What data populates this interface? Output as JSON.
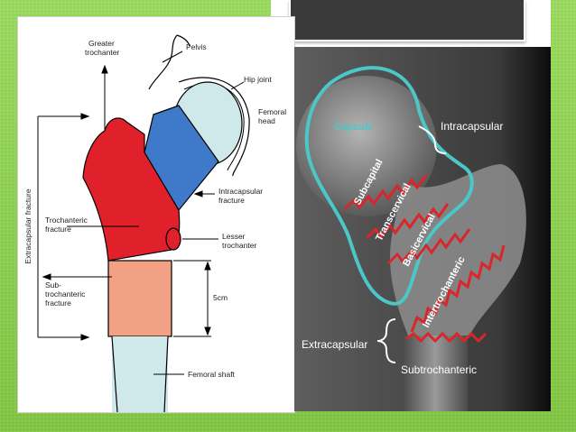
{
  "left_diagram": {
    "labels": {
      "greater_trochanter_1": "Greater",
      "greater_trochanter_2": "trochanter",
      "pelvis": "Pelvis",
      "hip_joint": "Hip joint",
      "femoral_head_1": "Femoral",
      "femoral_head_2": "head",
      "intracapsular_1": "Intracapsular",
      "intracapsular_2": "fracture",
      "trochanteric_1": "Trochanteric",
      "trochanteric_2": "fracture",
      "lesser_trochanter_1": "Lesser",
      "lesser_trochanter_2": "trochanter",
      "subtroch_1": "Sub-",
      "subtroch_2": "trochanteric",
      "subtroch_3": "fracture",
      "five_cm": "5cm",
      "femoral_shaft": "Femoral shaft",
      "extracapsular": "Extracapsular fracture"
    },
    "colors": {
      "head": "#cfe9ea",
      "neck": "#3f79c9",
      "trochanter": "#e0202a",
      "subtroch": "#f3a184",
      "shaft": "#cfe9ea"
    }
  },
  "right_xray": {
    "labels": {
      "capsule": "Capsule",
      "intracapsular": "Intracapsular",
      "subcapital": "Subcapital",
      "transcervical": "Transcervical",
      "basicervical": "Basicervical",
      "intertrochanteric": "Intertrochanteric",
      "extracapsular": "Extracapsular",
      "subtrochanteric": "Subtrochanteric"
    },
    "colors": {
      "capsule_outline": "#4cc6c6",
      "fracture_line": "#d8262b",
      "label_text": "#ffffff"
    }
  }
}
